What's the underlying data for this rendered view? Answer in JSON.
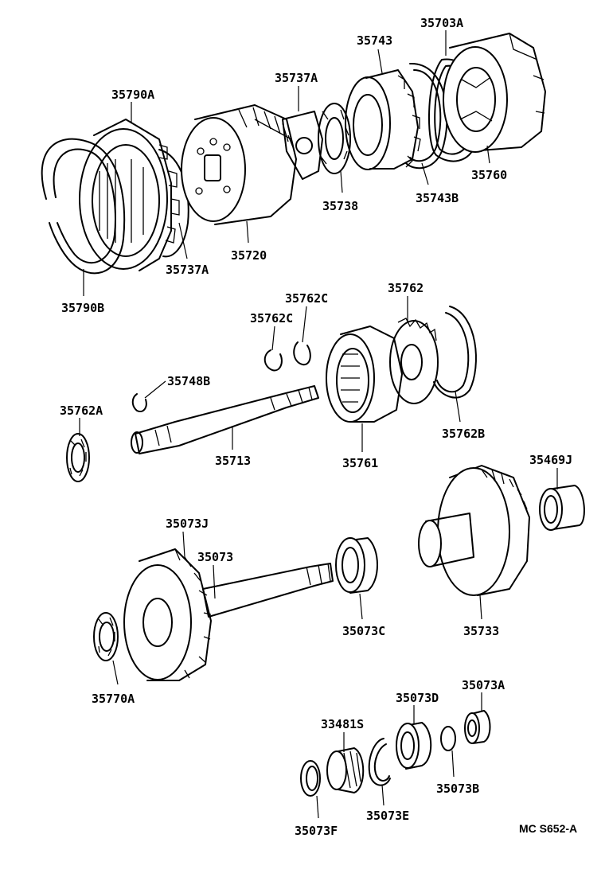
{
  "diagram": {
    "labels": {
      "p35790A": "35790A",
      "p35790B": "35790B",
      "p35737A_top": "35737A",
      "p35737A_bottom": "35737A",
      "p35720": "35720",
      "p35738": "35738",
      "p35743": "35743",
      "p35743B": "35743B",
      "p35703A": "35703A",
      "p35760": "35760",
      "p35762C_a": "35762C",
      "p35762C_b": "35762C",
      "p35762": "35762",
      "p35748B": "35748B",
      "p35762A": "35762A",
      "p35713": "35713",
      "p35761": "35761",
      "p35762B": "35762B",
      "p35469J": "35469J",
      "p35073J": "35073J",
      "p35073": "35073",
      "p35073C": "35073C",
      "p35733": "35733",
      "p35770A": "35770A",
      "p35073D": "35073D",
      "p35073A": "35073A",
      "p33481S": "33481S",
      "p35073B": "35073B",
      "p35073E": "35073E",
      "p35073F": "35073F"
    },
    "drawing_code": "MC S652-A"
  }
}
